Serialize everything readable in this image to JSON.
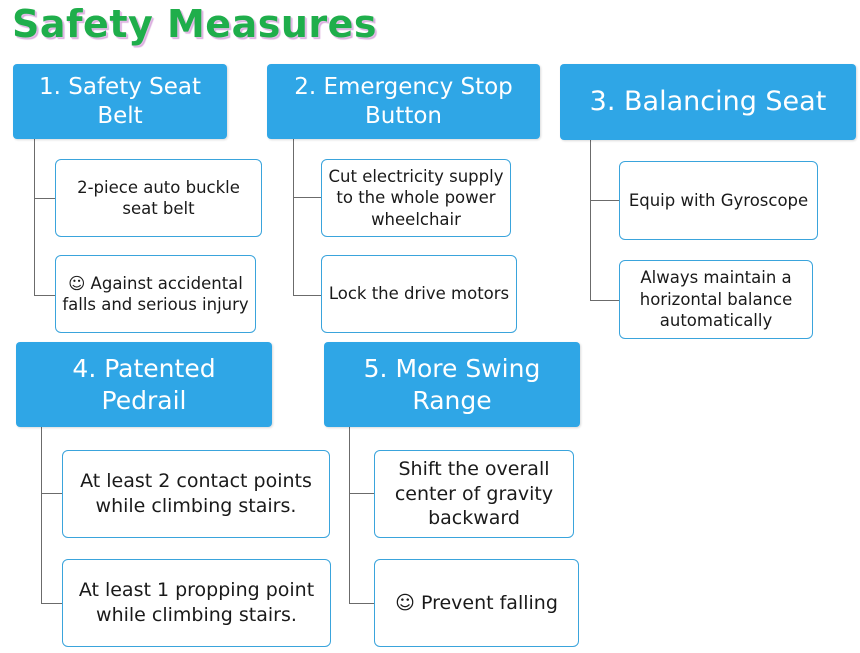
{
  "title": "Safety Measures",
  "colors": {
    "title": "#1fae4b",
    "header_bg": "#2fa6e6",
    "card_border": "#3aa4dc",
    "connector": "#6b6b6b"
  },
  "measures": [
    {
      "heading": "1. Safety Seat Belt",
      "items": [
        "2-piece auto buckle seat belt",
        "☺ Against accidental falls and serious injury"
      ]
    },
    {
      "heading": "2. Emergency Stop Button",
      "items": [
        "Cut electricity supply to the whole power wheelchair",
        "Lock the drive motors"
      ]
    },
    {
      "heading": "3. Balancing Seat",
      "items": [
        "Equip with Gyroscope",
        "Always maintain a horizontal balance automatically"
      ]
    },
    {
      "heading": "4. Patented Pedrail",
      "items": [
        "At least 2 contact points while climbing stairs.",
        "At least 1 propping point while climbing stairs."
      ]
    },
    {
      "heading": "5. More Swing Range",
      "items": [
        "Shift the overall center of gravity backward",
        "☺ Prevent falling"
      ]
    }
  ]
}
